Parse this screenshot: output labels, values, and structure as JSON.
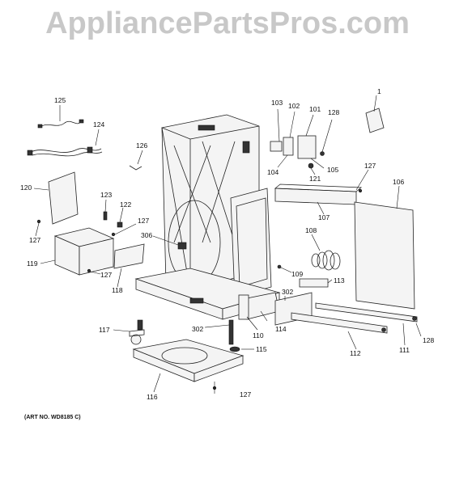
{
  "watermark": "AppliancePartsPros.com",
  "art_number": "(ART NO. WD8185 C)",
  "labels": {
    "p1": "1",
    "p101": "101",
    "p102": "102",
    "p103": "103",
    "p104": "104",
    "p105": "105",
    "p106": "106",
    "p107": "107",
    "p108": "108",
    "p109": "109",
    "p110": "110",
    "p111": "111",
    "p112": "112",
    "p113": "113",
    "p114": "114",
    "p115": "115",
    "p116": "116",
    "p117": "117",
    "p118": "118",
    "p119": "119",
    "p120": "120",
    "p121": "121",
    "p122": "122",
    "p123": "123",
    "p124": "124",
    "p125": "125",
    "p126": "126",
    "p127a": "127",
    "p127b": "127",
    "p127c": "127",
    "p127d": "127",
    "p127e": "127",
    "p128a": "128",
    "p128b": "128",
    "p302a": "302",
    "p302b": "302",
    "p306": "306"
  }
}
